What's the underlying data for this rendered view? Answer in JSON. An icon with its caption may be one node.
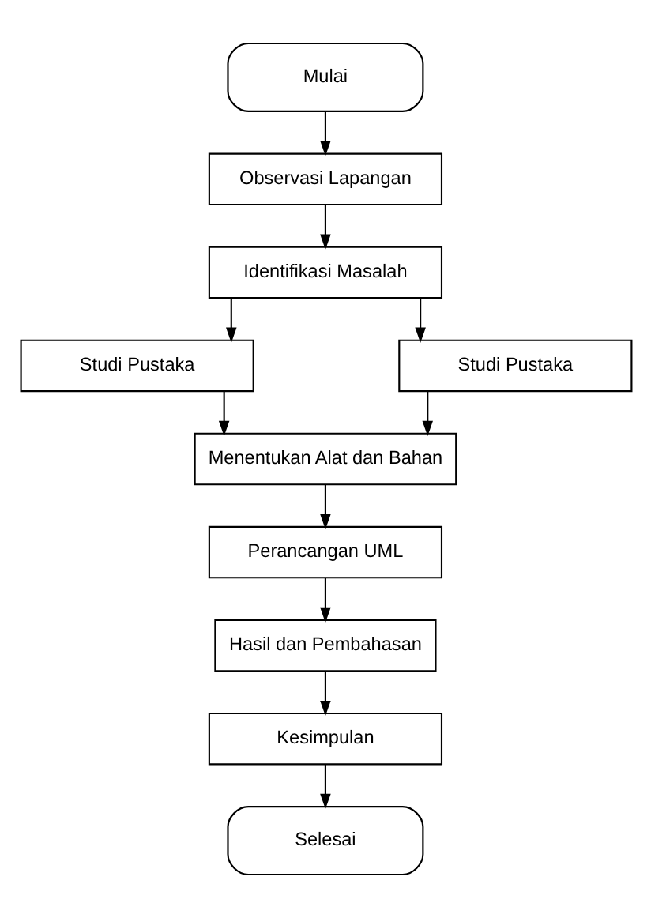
{
  "diagram": {
    "nodes": [
      {
        "text": [
          "Mulai"
        ]
      },
      {
        "text": [
          "Observasi Lapangan"
        ]
      },
      {
        "text": [
          "Identifikasi Masalah"
        ]
      },
      {
        "text": [
          "Studi Pustaka"
        ]
      },
      {
        "text": [
          "Studi Pustaka"
        ]
      },
      {
        "text": [
          "Menentukan Alat dan Bahan"
        ]
      },
      {
        "text": [
          "Perancangan UML"
        ]
      },
      {
        "text": [
          "Hasil dan Pembahasan"
        ]
      },
      {
        "text": [
          "Kesimpulan"
        ]
      },
      {
        "text": [
          "Selesai"
        ]
      }
    ],
    "edges": [
      {
        "from": 0,
        "to": 1,
        "arrow": "to"
      },
      {
        "from": 1,
        "to": 2,
        "arrow": "to"
      },
      {
        "from": 2,
        "to": 3,
        "arrow": "to"
      },
      {
        "from": 2,
        "to": 4,
        "arrow": "to"
      },
      {
        "from": 3,
        "to": 5,
        "arrow": "to"
      },
      {
        "from": 4,
        "to": 5,
        "arrow": "to"
      },
      {
        "from": 5,
        "to": 6,
        "arrow": "to"
      },
      {
        "from": 6,
        "to": 7,
        "arrow": "to"
      },
      {
        "from": 7,
        "to": 8,
        "arrow": "to"
      },
      {
        "from": 8,
        "to": 9,
        "arrow": "to"
      }
    ]
  }
}
